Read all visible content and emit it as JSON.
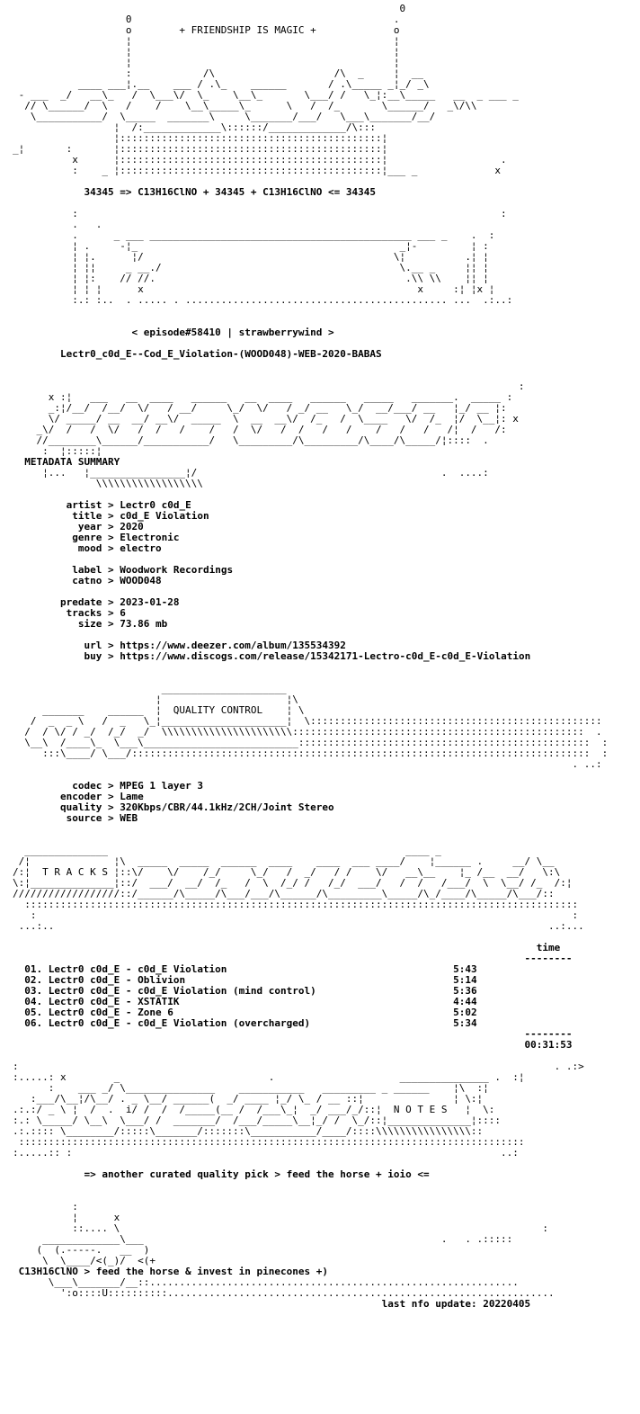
{
  "header": {
    "art_top": "                                                                 0\n                   0                                            .\n                   o        + FRIENDSHIP IS MAGIC +             o\n                   ¦                                            ¦\n                   ¦                                            ¦\n                   ¦                                            ¦\n                   :            /\\                    /\\  _     ¦  __\n           ____ ___¦.__    ___ / .\\_    ______       / .\\_____ _¦_/ _\\  \n - ___  _/   __\\_   /  \\___\\/  \\_    \\__\\_       \\___/ /   \\_¦:__\\_____   __  _ ___ _\n  // \\______/  \\   /    /    \\__\\_____\\_      \\   /  /_       \\______/   _\\/\\\\\n   \\___________/  \\_____  _______\\     \\_______/___/   \\___\\_______/__/\n                 ¦  /:_____________\\::::::/_____________/\\:::\n                 ¦::::::::::::::::::::::::::::::::::::::::::::¦\n_¦       :       ¦::::::::::::::::::::::::::::::::::::::::::::¦\n          x      ¦::::::::::::::::::::::::::::::::::::::::::::¦                   .\n          :    _ ¦::::::::::::::::::::::::::::::::::::::::::::¦___ _             x",
    "equation": "            34345 => C13H16ClNO + 34345 + C13H16ClNO <= 34345",
    "art_bottom": "          :                                                                       :\n          .   .                                                                  \n          .      _ ___ ____________________________________________ ___ _    .  :\n          ¦ .     -¦_                                            _¦-         ¦ :\n          ¦ ¦.      ¦/                                          \\¦          .¦ ¦\n          ¦ ¦¦     _ __./                                        \\.__ _     ¦¦ ¦\n          ¦ ¦:    // //.                                          .\\\\ \\\\    ¦¦ ¦\n          ¦ ¦ ¦      x                                              x     :¦ ¦x ¦\n          :.: :..  . ..... . ............................................ ...  .:..:"
  },
  "episode": "< episode#58410 | strawberrywind >",
  "release_name": "Lectr0_c0d_E--Cod_E_Violation-(WOOD048)-WEB-2020-BABAS",
  "metadata_banner": {
    "art": "                                                                                     :\n      x :¦   ___   __  ____   ______   __  ____   ______   _____   _______.  _____ :\n      _:¦/__/  /__/  \\/   / __/     \\_/  \\/   / _/ __   \\_/  __/___/ __   ¦_/ __ ¦:\n      \\/ _____/ __  __/ __\\/  _____  \\  __  __\\/  /_   /  \\____   \\/  /_  ¦/  \\__¦: x\n    _\\/  /   /  \\/   /  /   /    /   /  \\/   /  /   /   /    /   /   /   /¦  /   /:\n    //________\\______/___________/   \\_________/\\_________/\\____/\\_____/¦::::  .\n     :  ¦:::::¦",
    "label": "METADATA SUMMARY",
    "art_end": "     ¦...   ¦________________¦/                                         .  ....:\n              \\\\\\\\\\\\\\\\\\\\\\\\\\\\\\\\\\\\"
  },
  "metadata": [
    {
      "key": "artist",
      "value": "Lectr0 c0d_E"
    },
    {
      "key": "title",
      "value": "c0d_E Violation"
    },
    {
      "key": "year",
      "value": "2020"
    },
    {
      "key": "genre",
      "value": "Electronic"
    },
    {
      "key": "mood",
      "value": "electro"
    },
    {
      "key": "",
      "value": ""
    },
    {
      "key": "label",
      "value": "Woodwork Recordings"
    },
    {
      "key": "catno",
      "value": "WOOD048"
    },
    {
      "key": "",
      "value": ""
    },
    {
      "key": "predate",
      "value": "2023-01-28"
    },
    {
      "key": "tracks",
      "value": "6"
    },
    {
      "key": "size",
      "value": "73.86 mb"
    },
    {
      "key": "",
      "value": ""
    },
    {
      "key": "url",
      "value": "https://www.deezer.com/album/135534392"
    },
    {
      "key": "buy",
      "value": "https://www.discogs.com/release/15342171-Lectro-c0d_E-c0d_E-Violation"
    }
  ],
  "qc_banner": {
    "label": "QUALITY CONTROL",
    "art": "                         _____________________\n                        ¦                     ¦\\\n     _______    ______  ¦  QUALITY CONTROL    ¦ \\\n   /  _  _ \\   /  _   \\_¦_____________________¦  \\:::::::::::::::::::::::::::::::::::::::::::::::::\n  /  / \\/ / _/  /_/  _/  \\\\\\\\\\\\\\\\\\\\\\\\\\\\\\\\\\\\\\\\\\\\:::::::::::::::::::::::::::::::::::::::::::::::::  .\n  \\__\\  /____\\_  \\___\\__________________________:::::::::::::::::::::::::::::::::::::::::::::::::  :\n     :::\\____/ \\___/:::::::::::::::::::::::::::::::::::::::::::::::::::::::::::::::::::::::::::::  :\n                                                                                              . ..:"
  },
  "quality": [
    {
      "key": "codec",
      "value": "MPEG 1 layer 3"
    },
    {
      "key": "encoder",
      "value": "Lame"
    },
    {
      "key": "quality",
      "value": "320Kbps/CBR/44.1kHz/2CH/Joint Stereo"
    },
    {
      "key": "source",
      "value": "WEB"
    }
  ],
  "tracks_banner": {
    "label": "T R A C K S",
    "art": "  ______________                                                  ____ _\n /¦              ¦\\  _____  _____  ______  ____    ____  ___ ____/    ¦______ .     __/ \\__\n/:¦  T R A C K S ¦::\\/    \\/    /_/     \\_/   /  _/   / /    \\/   __\\__    ¦_ /__  __/   \\:\\\n\\:¦______________¦::/  ___/  __/  /_   /  \\  /_/ /   /_/  ___/   /  /   /___/  \\  \\__/ /_  /:¦\n//////////////////::/______/\\_____/\\___/___/\\______/\\_________\\_____/\\_/____/\\_____/\\___/::\n  :::::::::::::::::::::::::::::::::::::::::::::::::::::::::::::::::::::::::::::::::::::::::::::\n   :                                                                                          :\n ...:..                                                                                   ..:..."
  },
  "tracks_header": "time",
  "tracks": [
    {
      "num": "01.",
      "title": "Lectr0 c0d_E - c0d_E Violation",
      "time": "5:43"
    },
    {
      "num": "02.",
      "title": "Lectr0 c0d_E - Oblivion",
      "time": "5:14"
    },
    {
      "num": "03.",
      "title": "Lectr0 c0d_E - c0d_E Violation (mind control)",
      "time": "5:36"
    },
    {
      "num": "04.",
      "title": "Lectr0 c0d_E - XSTATIK",
      "time": "4:44"
    },
    {
      "num": "05.",
      "title": "Lectr0 c0d_E - Zone 6",
      "time": "5:02"
    },
    {
      "num": "06.",
      "title": "Lectr0 c0d_E - c0d_E Violation (overcharged)",
      "time": "5:34"
    }
  ],
  "total_time": "00:31:53",
  "notes_banner": {
    "label": "N O T E S",
    "art": ":                                                                                          . .:>\n:.....: x        _                         .                     _______________ .  :¦\n      :    ___ _/ \\_______________    ___________   _________ _ ______    ¦\\  :¦\n   :___/\\__¦/\\__/ . _ \\__/ ______(  _/ ____ ¦_/ \\_ / __ ::¦               ¦ \\:¦\n.:.:/ _ \\ ¦  /  .  i/ /  /  /_____(__ /  /___\\_¦  _/ ___/_/::¦  N O T E S   ¦  \\:\n:.: \\_____/ \\__\\  \\___/ /  _______/  /___/_____\\__¦_/ /  \\_/::¦______________¦::::\n.:.:::: \\________/:::::\\_______/:::::::\\___________/____/::::\\\\\\\\\\\\\\\\\\\\\\\\\\\\\\\\::\n :::::::::::::::::::::::::::::::::::::::::::::::::::::::::::::::::::::::::::::::::::::\n:.....:: :                                                                        ..:"
  },
  "notes_text": "=> another curated quality pick > feed the horse + ioio <=",
  "footer": {
    "art": "          :\n          ¦      x\n          ::.... \\                                                                       :\n     _____________\\___                                                  .   . .:::::\n    (  (.-----.   __  )\n     \\  \\____/<(_)/  <(+",
    "tagline": "C13H16ClNO > feed the horse & invest in pinecones +)",
    "art_end": "      \\___\\_______/__::..............................................................\n        ':o::::U::::::::::.................................................................",
    "last_update": "last nfo update: 20220405"
  }
}
